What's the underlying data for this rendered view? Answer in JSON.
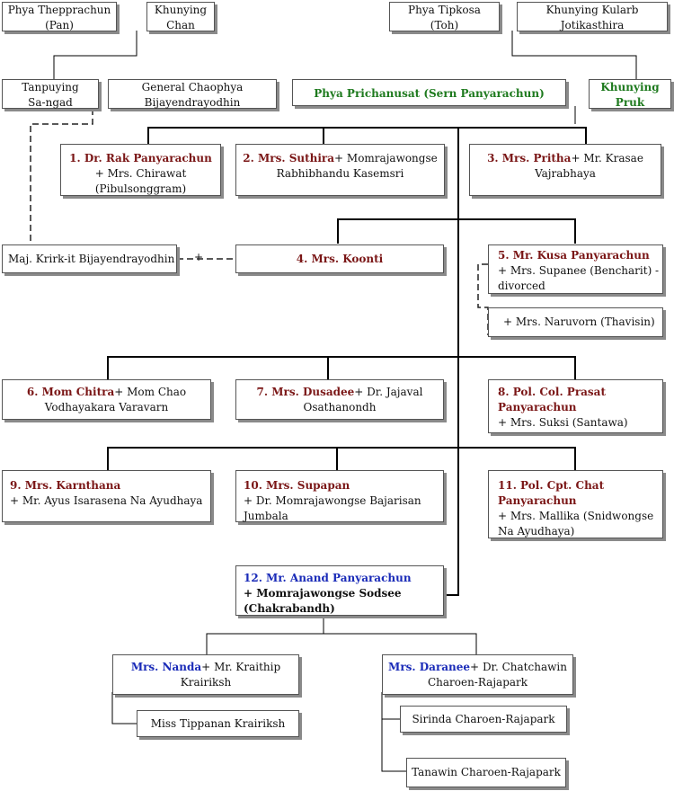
{
  "gen0": {
    "thepprachun": {
      "l1": "Phya Thepprachun",
      "l2": "(Pan)"
    },
    "chan": {
      "l1": "Khunying",
      "l2": "Chan"
    },
    "tipkosa": {
      "l1": "Phya Tipkosa",
      "l2": "(Toh)"
    },
    "kularb": {
      "l1": "Khunying Kularb",
      "l2": "Jotikasthira"
    }
  },
  "gen1": {
    "tanpuying": {
      "l1": "Tanpuying",
      "l2": "Sa-ngad"
    },
    "general": {
      "l1": "General Chaophya",
      "l2": "Bijayendrayodhin"
    },
    "prichanusat": {
      "name": "Phya Prichanusat (Sern Panyarachun)"
    },
    "pruk": {
      "l1": "Khunying",
      "l2": "Pruk"
    }
  },
  "children": {
    "c1": {
      "name": "1. Dr. Rak Panyarachun",
      "plus": "+",
      "spouse1": "Mrs. Chirawat",
      "spouse2": "(Pibulsonggram)"
    },
    "c2": {
      "name": "2. Mrs. Suthira",
      "plus": "+",
      "spouse1": "Momrajawongse",
      "spouse2": "Rabhibhandu Kasemsri"
    },
    "c3": {
      "name": "3. Mrs. Pritha",
      "plus": "+",
      "spouse1": "Mr. Krasae",
      "spouse2": "Vajrabhaya"
    },
    "krirkit": {
      "name": "Maj. Krirk-it Bijayendrayodhin",
      "plus": "+"
    },
    "c4": {
      "name": "4. Mrs. Koonti"
    },
    "c5": {
      "name": "5. Mr. Kusa Panyarachun",
      "plus": "+",
      "spouse1": "Mrs. Supanee (Bencharit) -",
      "spouse2": "divorced"
    },
    "c5b": {
      "plus": "+",
      "spouse": "Mrs. Naruvorn (Thavisin)"
    },
    "c6": {
      "name": "6. Mom Chitra",
      "plus": "+",
      "spouse1": "Mom Chao",
      "spouse2": "Vodhayakara Varavarn"
    },
    "c7": {
      "name": "7. Mrs. Dusadee",
      "plus": "+",
      "spouse1": "Dr. Jajaval",
      "spouse2": "Osathanondh"
    },
    "c8": {
      "name1": "8. Pol. Col. Prasat",
      "name2": "Panyarachun",
      "plus": "+",
      "spouse": "Mrs. Suksi (Santawa)"
    },
    "c9": {
      "name": "9. Mrs. Karnthana",
      "plus": "+",
      "spouse": "Mr. Ayus Isarasena Na Ayudhaya"
    },
    "c10": {
      "name": "10. Mrs. Supapan",
      "plus": "+",
      "spouse1": "Dr. Momrajawongse Bajarisan",
      "spouse2": "Jumbala"
    },
    "c11": {
      "name1": "11. Pol. Cpt. Chat",
      "name2": "Panyarachun",
      "plus": "+",
      "spouse1": "Mrs. Mallika (Snidwongse",
      "spouse2": "Na Ayudhaya)"
    },
    "c12": {
      "name": "12. Mr. Anand Panyarachun",
      "plus": "+",
      "spouse1": "Momrajawongse Sodsee",
      "spouse2": "(Chakrabandh)"
    }
  },
  "grandchildren": {
    "nanda": {
      "name": "Mrs. Nanda",
      "plus": "+",
      "spouse1": "Mr. Kraithip",
      "spouse2": "Krairiksh"
    },
    "tippanan": {
      "name": "Miss Tippanan Krairiksh"
    },
    "daranee": {
      "name": "Mrs. Daranee",
      "plus": "+",
      "spouse1": "Dr. Chatchawin",
      "spouse2": "Charoen-Rajapark"
    },
    "sirinda": {
      "name": "Sirinda Charoen-Rajapark"
    },
    "tanawin": {
      "name": "Tanawin Charoen-Rajapark"
    }
  },
  "colors": {
    "child_name": "#7a1616",
    "parent_name": "#1e7a1e",
    "anand_line": "#1a2bb8"
  }
}
